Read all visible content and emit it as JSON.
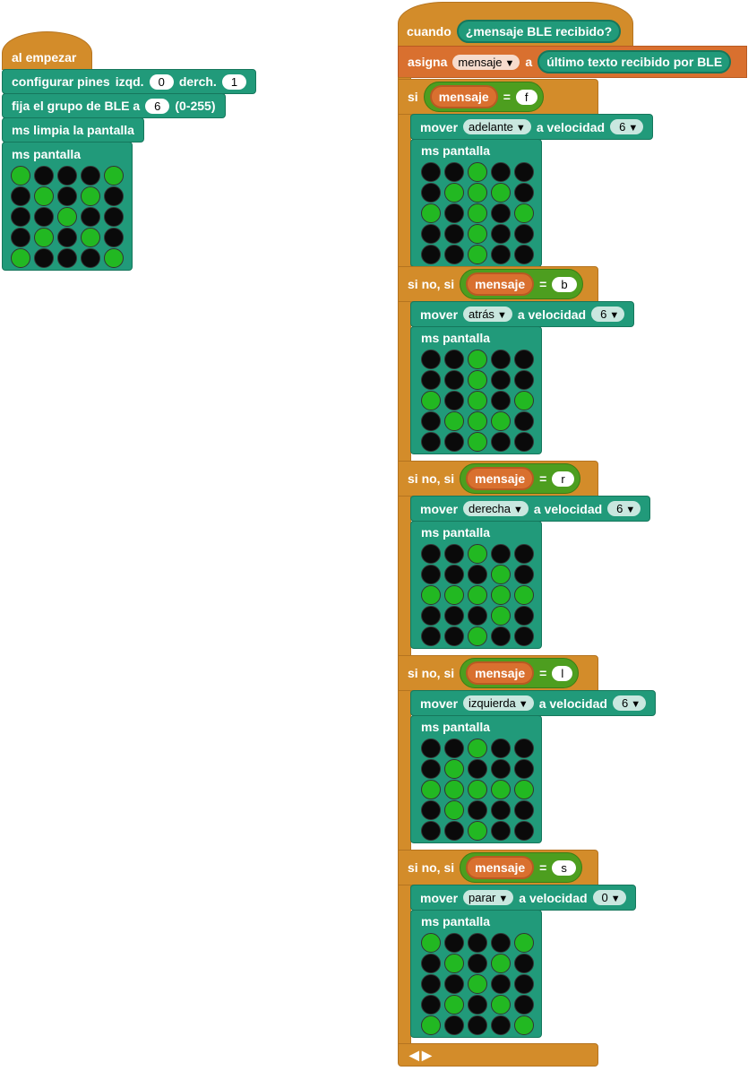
{
  "colors": {
    "on": "#22b822",
    "off": "#0a0a0a"
  },
  "start_script": {
    "hat_label": "al empezar",
    "config": {
      "label": "configurar pines",
      "left_label": "izqd.",
      "left": "0",
      "right_label": "derch.",
      "right": "1"
    },
    "group": {
      "label": "fija el grupo de BLE a",
      "value": "6",
      "range": "(0-255)"
    },
    "clear": "ms limpia la pantalla",
    "display": {
      "label": "ms pantalla",
      "grid": [
        [
          1,
          0,
          0,
          0,
          1
        ],
        [
          0,
          1,
          0,
          1,
          0
        ],
        [
          0,
          0,
          1,
          0,
          0
        ],
        [
          0,
          1,
          0,
          1,
          0
        ],
        [
          1,
          0,
          0,
          0,
          1
        ]
      ]
    }
  },
  "ble_script": {
    "hat_label": "cuando",
    "hat_condition": "¿mensaje BLE recibido?",
    "assign": {
      "label": "asigna",
      "variable": "mensaje",
      "to": "a",
      "value": "último texto recibido por BLE"
    },
    "sections": [
      {
        "keyword": "si",
        "var": "mensaje",
        "op": "=",
        "value": "f",
        "move_label": "mover",
        "direction": "adelante",
        "speed_label": "a velocidad",
        "speed": "6",
        "display_label": "ms pantalla",
        "grid": [
          [
            0,
            0,
            1,
            0,
            0
          ],
          [
            0,
            1,
            1,
            1,
            0
          ],
          [
            1,
            0,
            1,
            0,
            1
          ],
          [
            0,
            0,
            1,
            0,
            0
          ],
          [
            0,
            0,
            1,
            0,
            0
          ]
        ]
      },
      {
        "keyword": "si no, si",
        "var": "mensaje",
        "op": "=",
        "value": "b",
        "move_label": "mover",
        "direction": "atrás",
        "speed_label": "a velocidad",
        "speed": "6",
        "display_label": "ms pantalla",
        "grid": [
          [
            0,
            0,
            1,
            0,
            0
          ],
          [
            0,
            0,
            1,
            0,
            0
          ],
          [
            1,
            0,
            1,
            0,
            1
          ],
          [
            0,
            1,
            1,
            1,
            0
          ],
          [
            0,
            0,
            1,
            0,
            0
          ]
        ]
      },
      {
        "keyword": "si no, si",
        "var": "mensaje",
        "op": "=",
        "value": "r",
        "move_label": "mover",
        "direction": "derecha",
        "speed_label": "a velocidad",
        "speed": "6",
        "display_label": "ms pantalla",
        "grid": [
          [
            0,
            0,
            1,
            0,
            0
          ],
          [
            0,
            0,
            0,
            1,
            0
          ],
          [
            1,
            1,
            1,
            1,
            1
          ],
          [
            0,
            0,
            0,
            1,
            0
          ],
          [
            0,
            0,
            1,
            0,
            0
          ]
        ]
      },
      {
        "keyword": "si no, si",
        "var": "mensaje",
        "op": "=",
        "value": "l",
        "move_label": "mover",
        "direction": "izquierda",
        "speed_label": "a velocidad",
        "speed": "6",
        "display_label": "ms pantalla",
        "grid": [
          [
            0,
            0,
            1,
            0,
            0
          ],
          [
            0,
            1,
            0,
            0,
            0
          ],
          [
            1,
            1,
            1,
            1,
            1
          ],
          [
            0,
            1,
            0,
            0,
            0
          ],
          [
            0,
            0,
            1,
            0,
            0
          ]
        ]
      },
      {
        "keyword": "si no, si",
        "var": "mensaje",
        "op": "=",
        "value": "s",
        "move_label": "mover",
        "direction": "parar",
        "speed_label": "a velocidad",
        "speed": "0",
        "display_label": "ms pantalla",
        "grid": [
          [
            1,
            0,
            0,
            0,
            1
          ],
          [
            0,
            1,
            0,
            1,
            0
          ],
          [
            0,
            0,
            1,
            0,
            0
          ],
          [
            0,
            1,
            0,
            1,
            0
          ],
          [
            1,
            0,
            0,
            0,
            1
          ]
        ]
      }
    ]
  }
}
